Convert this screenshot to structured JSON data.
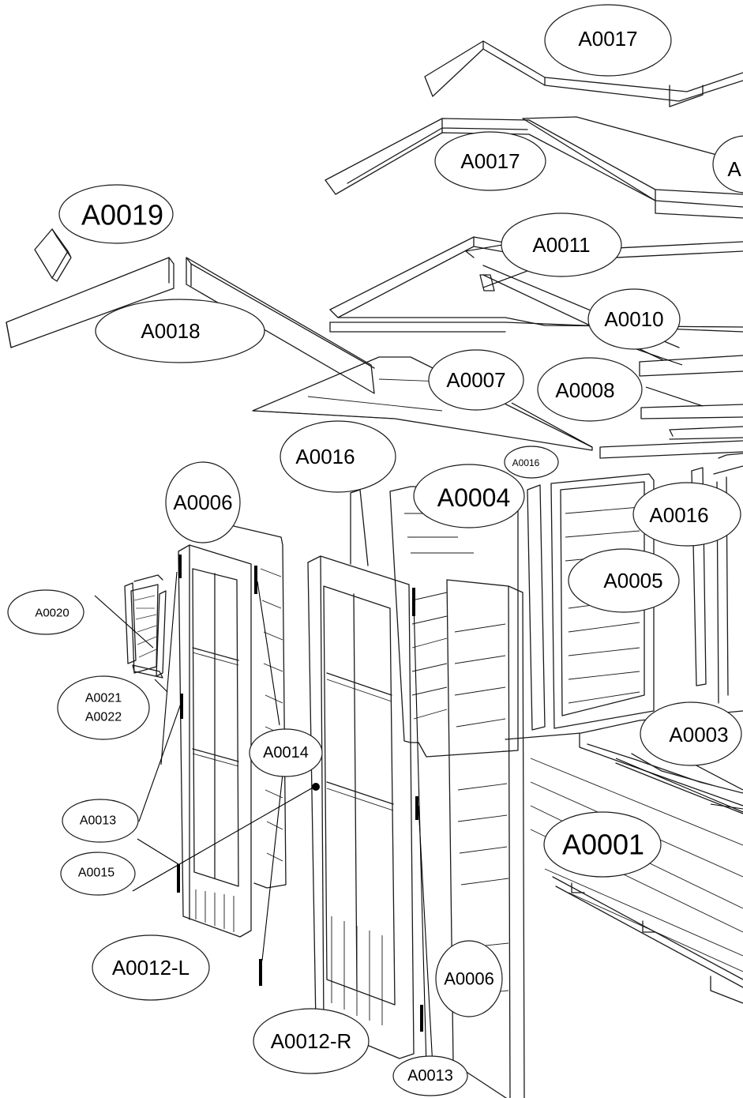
{
  "labels": {
    "a0017_top": "A0017",
    "a0017_mid": "A0017",
    "a0017_clip": "A",
    "a0019": "A0019",
    "a0011": "A0011",
    "a0018": "A0018",
    "a0010": "A0010",
    "a0007": "A0007",
    "a0008": "A0008",
    "a0016_left": "A0016",
    "a0016_small": "A0016",
    "a0006_top": "A0006",
    "a0004": "A0004",
    "a0016_right": "A0016",
    "a0005": "A0005",
    "a0020": "A0020",
    "a0021": "A0021",
    "a0022": "A0022",
    "a0014": "A0014",
    "a0003": "A0003",
    "a0013_left": "A0013",
    "a0001": "A0001",
    "a0015": "A0015",
    "a0012_l": "A0012-L",
    "a0006_bottom": "A0006",
    "a0012_r": "A0012-R",
    "a0013_bottom": "A0013"
  }
}
